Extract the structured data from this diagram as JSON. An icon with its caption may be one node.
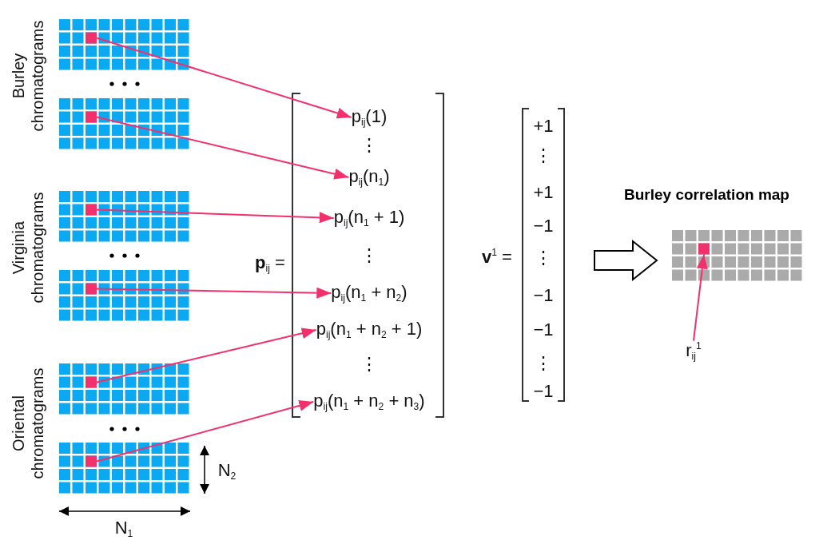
{
  "diagram": {
    "nodes": [
      {
        "text": [],
        "shape": "grid"
      },
      {
        "text": [],
        "shape": "box",
        "in": 0
      },
      {
        "text": [],
        "shape": "grid"
      },
      {
        "text": [],
        "shape": "box",
        "in": 2
      },
      {
        "text": [],
        "shape": "grid"
      },
      {
        "text": [],
        "shape": "box",
        "in": 4
      },
      {
        "text": [],
        "shape": "grid"
      },
      {
        "text": [],
        "shape": "box",
        "in": 6
      },
      {
        "text": [],
        "shape": "grid"
      },
      {
        "text": [],
        "shape": "box",
        "in": 8
      },
      {
        "text": [],
        "shape": "grid"
      },
      {
        "text": [],
        "shape": "box",
        "in": 10
      },
      {
        "text": [
          "p$_{ij}$(1)"
        ]
      },
      {
        "text": [
          "p$_{ij}$(n$_{1}$)"
        ]
      },
      {
        "text": [
          "p$_{ij}$(n$_{1}$ + 1)"
        ]
      },
      {
        "text": [
          "p$_{ij}$(n$_{1}$ + n$_{2}$)"
        ]
      },
      {
        "text": [
          "p$_{ij}$(n$_{1}$ + n$_{2}$ + 1)"
        ]
      },
      {
        "text": [
          "p$_{ij}$(n$_{1}$ + n$_{2}$ + n$_{3}$)"
        ]
      },
      {
        "text": [
          "+1",
          "⋮",
          "+1",
          "−1",
          "⋮",
          "−1",
          "−1",
          "⋮",
          "−1"
        ]
      },
      {
        "text": [
          "Burley correlation map"
        ]
      },
      {
        "text": [],
        "shape": "box",
        "in": 19
      },
      {
        "text": [
          "r$_{ij}$$^{1}$"
        ]
      }
    ],
    "edges": [
      {
        "from": 1,
        "to": 12,
        "arrow": "to"
      },
      {
        "from": 3,
        "to": 13,
        "arrow": "to"
      },
      {
        "from": 5,
        "to": 14,
        "arrow": "to"
      },
      {
        "from": 7,
        "to": 15,
        "arrow": "to"
      },
      {
        "from": 9,
        "to": 16,
        "arrow": "to"
      },
      {
        "from": 11,
        "to": 17,
        "arrow": "to"
      },
      {
        "from": 18,
        "to": 19,
        "arrow": "to",
        "style": "thick",
        "color": "#000000"
      },
      {
        "from": 21,
        "to": 20,
        "arrow": "to"
      }
    ],
    "labels": [
      "Burley chromatograms",
      "Virginia chromatograms",
      "Oriental chromatograms",
      "**p**$_{ij}$ =",
      "⋮",
      "⋮",
      "⋮",
      "**v**$^{1}$ =",
      "N$_{1}$",
      "N$_{2}$"
    ]
  }
}
